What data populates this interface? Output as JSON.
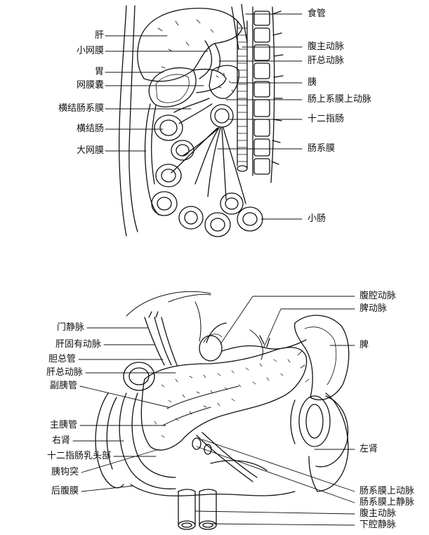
{
  "top_figure": {
    "left_labels": [
      {
        "key": "liver",
        "text": "肝"
      },
      {
        "key": "lesser_omentum",
        "text": "小网膜"
      },
      {
        "key": "stomach",
        "text": "胃"
      },
      {
        "key": "omental_bursa",
        "text": "网膜囊"
      },
      {
        "key": "transverse_mesocolon",
        "text": "横结肠系膜"
      },
      {
        "key": "transverse_colon",
        "text": "横结肠"
      },
      {
        "key": "greater_omentum",
        "text": "大网膜"
      }
    ],
    "right_labels": [
      {
        "key": "esophagus",
        "text": "食管"
      },
      {
        "key": "abdominal_aorta",
        "text": "腹主动脉"
      },
      {
        "key": "common_hepatic_artery",
        "text": "肝总动脉"
      },
      {
        "key": "pancreas",
        "text": "胰"
      },
      {
        "key": "sma",
        "text": "肠上系膜上动脉"
      },
      {
        "key": "duodenum",
        "text": "十二指肠"
      },
      {
        "key": "mesentery",
        "text": "肠系膜"
      },
      {
        "key": "small_intestine",
        "text": "小肠"
      }
    ]
  },
  "bottom_figure": {
    "left_labels": [
      {
        "key": "portal_vein",
        "text": "门静脉"
      },
      {
        "key": "proper_hepatic_artery",
        "text": "肝固有动脉"
      },
      {
        "key": "common_bile_duct",
        "text": "胆总管"
      },
      {
        "key": "common_hepatic_artery",
        "text": "肝总动脉"
      },
      {
        "key": "accessory_pancreatic_duct",
        "text": "副胰管"
      },
      {
        "key": "main_pancreatic_duct",
        "text": "主胰管"
      },
      {
        "key": "right_kidney",
        "text": "右肾"
      },
      {
        "key": "duodenal_papilla",
        "text": "十二指肠乳头部"
      },
      {
        "key": "uncinate_process",
        "text": "胰钩突"
      },
      {
        "key": "retroperitoneum",
        "text": "后腹膜"
      }
    ],
    "right_labels": [
      {
        "key": "celiac_artery",
        "text": "腹腔动脉"
      },
      {
        "key": "splenic_artery",
        "text": "脾动脉"
      },
      {
        "key": "spleen",
        "text": "脾"
      },
      {
        "key": "left_kidney",
        "text": "左肾"
      },
      {
        "key": "sma",
        "text": "肠系膜上动脉"
      },
      {
        "key": "smv",
        "text": "肠系膜上静脉"
      },
      {
        "key": "abdominal_aorta",
        "text": "腹主动脉"
      },
      {
        "key": "ivc",
        "text": "下腔静脉"
      }
    ]
  }
}
